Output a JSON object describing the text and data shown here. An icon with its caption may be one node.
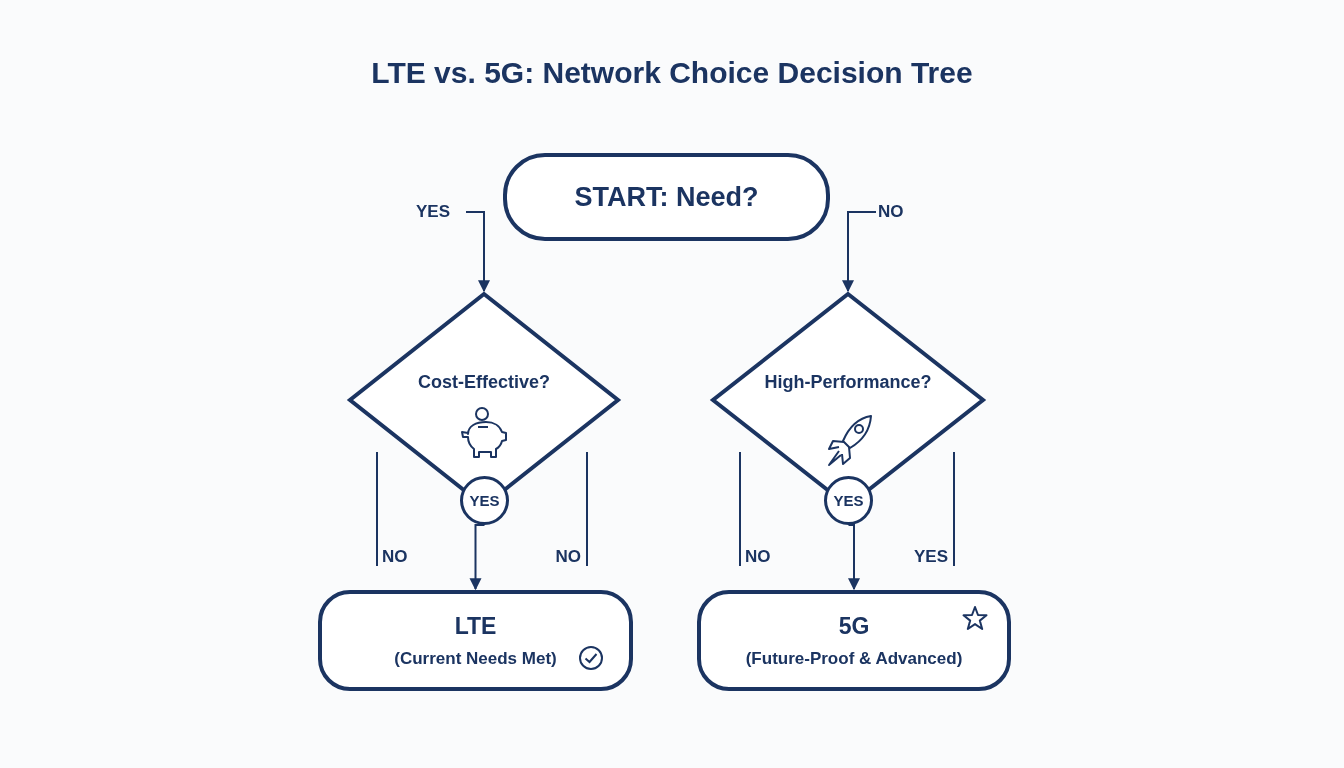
{
  "diagram": {
    "title": "LTE vs. 5G: Network Choice Decision Tree",
    "nodes": [
      {
        "text": [
          "START: Need?"
        ]
      },
      {
        "text": [
          "Cost-Effective?"
        ]
      },
      {
        "text": [
          "YES"
        ]
      },
      {
        "text": [
          "LTE",
          "(Current Needs Met)"
        ]
      },
      {
        "text": [
          "High-Performance?"
        ]
      },
      {
        "text": [
          "YES"
        ]
      },
      {
        "text": [
          "5G",
          "(Future-Proof & Advanced)"
        ]
      }
    ],
    "edges": [
      {
        "from": null,
        "to": 1,
        "arrow": "to",
        "label": "YES"
      },
      {
        "from": null,
        "to": 4,
        "arrow": "to",
        "label": "NO"
      },
      {
        "from": 2,
        "to": 3,
        "arrow": "to"
      },
      {
        "from": 5,
        "to": 6,
        "arrow": "to"
      }
    ],
    "labels": [
      "NO",
      "NO",
      "NO",
      "YES"
    ]
  }
}
